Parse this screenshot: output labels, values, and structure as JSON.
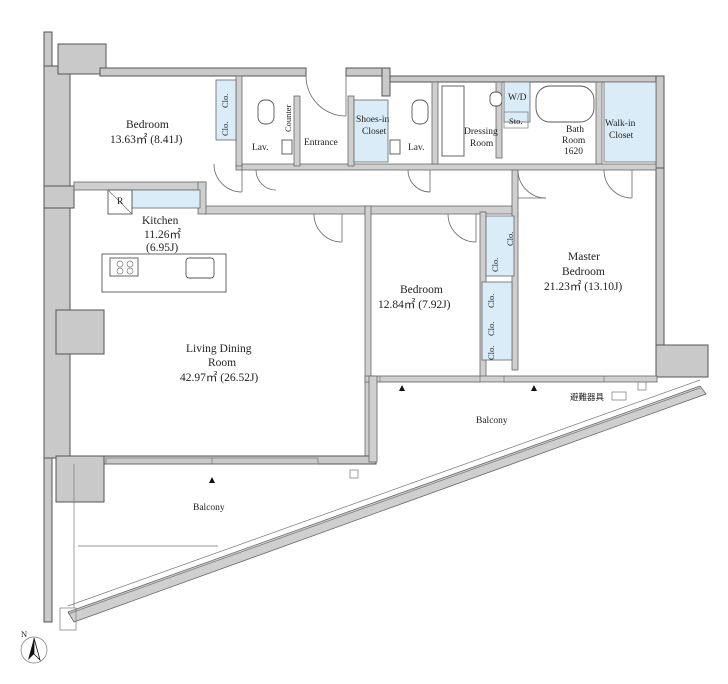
{
  "rooms": {
    "bedroom_nw": {
      "name": "Bedroom",
      "area": "13.63㎡ (8.41J)"
    },
    "kitchen": {
      "name": "Kitchen",
      "area": "11.26㎡",
      "area_j": "(6.95J)"
    },
    "living": {
      "name1": "Living Dining",
      "name2": "Room",
      "area": "42.97㎡ (26.52J)"
    },
    "bedroom_mid": {
      "name": "Bedroom",
      "area": "12.84㎡ (7.92J)"
    },
    "master": {
      "name1": "Master",
      "name2": "Bedroom",
      "area": "21.23㎡ (13.10J)"
    },
    "entrance": "Entrance",
    "lav_left": "Lav.",
    "lav_right": "Lav.",
    "counter": "Counter",
    "shoes_closet": {
      "line1": "Shoes-in",
      "line2": "Closet"
    },
    "dressing": {
      "line1": "Dressing",
      "line2": "Room"
    },
    "wd": "W/D",
    "sto": "Sto.",
    "bath": {
      "line1": "Bath",
      "line2": "Room",
      "line3": "1620"
    },
    "walkin": {
      "line1": "Walk-in",
      "line2": "Closet"
    },
    "balcony_left": "Balcony",
    "balcony_right": "Balcony",
    "refrigerator": "R",
    "clo": "Clo.",
    "evac_equipment": "避難器具"
  },
  "compass": {
    "north_label": "N"
  },
  "colors": {
    "closet": "#d9ecf7",
    "wall": "#c9c9c9"
  }
}
